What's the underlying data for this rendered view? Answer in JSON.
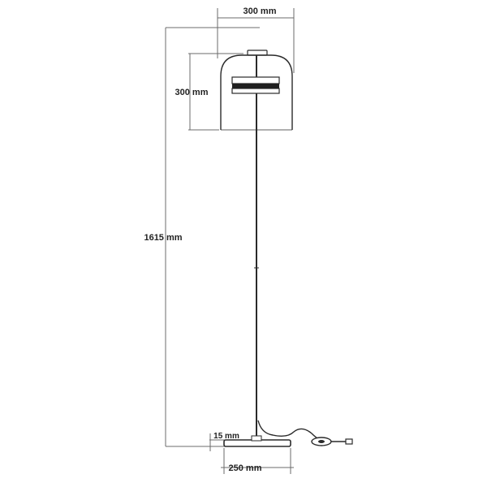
{
  "dimensions": {
    "shade_width": "300 mm",
    "shade_height": "300 mm",
    "total_height": "1615 mm",
    "base_thickness": "15 mm",
    "base_width": "250 mm"
  },
  "colors": {
    "line": "#2a2a2a",
    "dimension_line": "#6b6b6b",
    "text": "#222222"
  }
}
